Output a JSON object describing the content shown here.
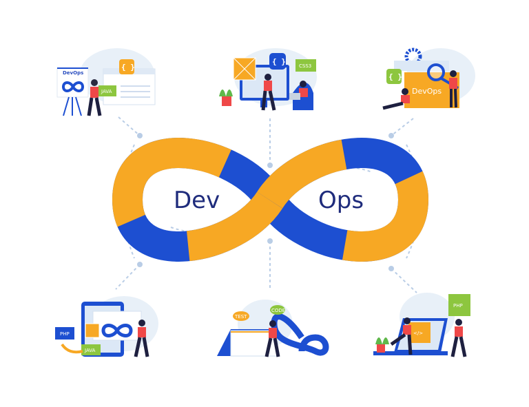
{
  "center": {
    "left_label": "Dev",
    "right_label": "Ops"
  },
  "vignettes": {
    "top_left": {
      "board_title": "DevOps",
      "tag": "JAVA",
      "code_icon": "{ }"
    },
    "top_center": {
      "code_icon": "{ }",
      "tag": "CSS3"
    },
    "top_right": {
      "code_icon": "{ }",
      "folder_label": "DevOps"
    },
    "bottom_left": {
      "tag_1": "PHP",
      "tag_2": "JAVA"
    },
    "bottom_center": {
      "bubble_1": "TEST",
      "bubble_2": "CODE"
    },
    "bottom_right": {
      "puzzle_1": "PHP",
      "puzzle_2": "</>"
    }
  },
  "colors": {
    "blue": "#1d4fd1",
    "orange": "#f7a824",
    "navy": "#1f2c7c",
    "green": "#8dc63f",
    "red": "#ef4848",
    "light": "#e6eef7"
  }
}
